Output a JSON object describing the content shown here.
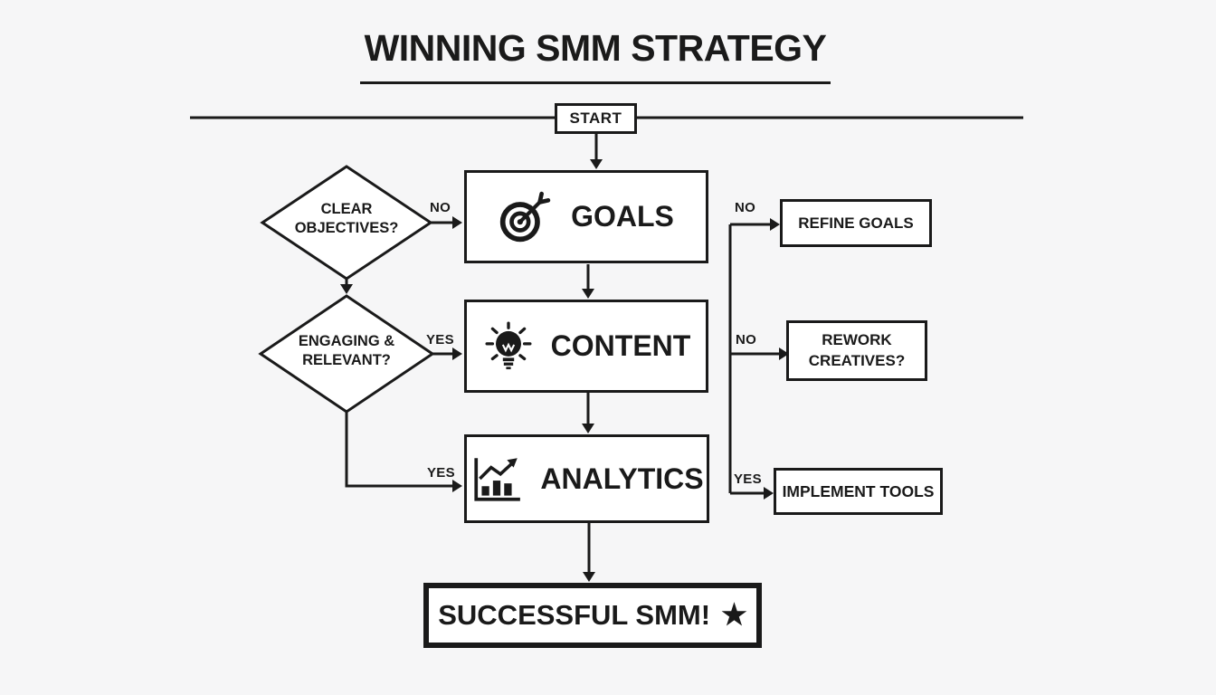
{
  "title": {
    "text": "WINNING SMM STRATEGY"
  },
  "nodes": {
    "start": {
      "label": "START"
    },
    "goals": {
      "label": "GOALS",
      "icon": "target-icon"
    },
    "content": {
      "label": "CONTENT",
      "icon": "lightbulb-icon"
    },
    "analytics": {
      "label": "ANALYTICS",
      "icon": "bar-chart-icon"
    },
    "successful": {
      "label": "SUCCESSFUL SMM!",
      "star": "★"
    },
    "refine_goals": {
      "label": "REFINE GOALS"
    },
    "rework_creatives": {
      "label": "REWORK CREATIVES?"
    },
    "implement_tools": {
      "label": "IMPLEMENT TOOLS"
    }
  },
  "decisions": {
    "clear_objectives": {
      "label": "CLEAR OBJECTIVES?"
    },
    "engaging_relevant": {
      "label": "ENGAGING & RELEVANT?"
    }
  },
  "edges": {
    "clear_objectives_to_goals": "NO",
    "engaging_to_content": "YES",
    "engaging_to_analytics": "YES",
    "to_refine_goals": "NO",
    "to_rework_creatives": "NO",
    "to_implement_tools": "YES"
  },
  "colors": {
    "background": "#f6f6f7",
    "ink": "#1a1a1a",
    "node_bg": "#ffffff"
  }
}
